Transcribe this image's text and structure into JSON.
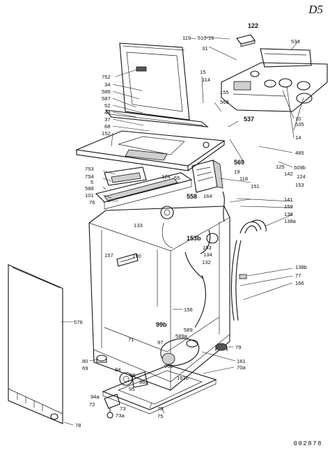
{
  "corner_mark": "D5",
  "sheet_number": "002878",
  "callouts": [
    {
      "id": "122",
      "text": "122",
      "bold": true
    },
    {
      "id": "119-510-16",
      "text": "119— 510-16",
      "bold": false
    },
    {
      "id": "534",
      "text": "534"
    },
    {
      "id": "31",
      "text": "31"
    },
    {
      "id": "752",
      "text": "752"
    },
    {
      "id": "34",
      "text": "34"
    },
    {
      "id": "586",
      "text": "586"
    },
    {
      "id": "587",
      "text": "587"
    },
    {
      "id": "52",
      "text": "52"
    },
    {
      "id": "44",
      "text": "44"
    },
    {
      "id": "37",
      "text": "37"
    },
    {
      "id": "68",
      "text": "68"
    },
    {
      "id": "152",
      "text": "152"
    },
    {
      "id": "15",
      "text": "15"
    },
    {
      "id": "114",
      "text": "114"
    },
    {
      "id": "155",
      "text": "155"
    },
    {
      "id": "568",
      "text": "568"
    },
    {
      "id": "537",
      "text": "537",
      "bold": true
    },
    {
      "id": "10",
      "text": "10"
    },
    {
      "id": "535",
      "text": "535"
    },
    {
      "id": "14",
      "text": "14"
    },
    {
      "id": "485",
      "text": "485"
    },
    {
      "id": "569",
      "text": "569",
      "bold": true
    },
    {
      "id": "509b",
      "text": "509b"
    },
    {
      "id": "125",
      "text": "125"
    },
    {
      "id": "124a",
      "text": "124"
    },
    {
      "id": "19",
      "text": "19"
    },
    {
      "id": "142",
      "text": "142"
    },
    {
      "id": "753",
      "text": "753"
    },
    {
      "id": "754",
      "text": "754"
    },
    {
      "id": "5",
      "text": "5"
    },
    {
      "id": "588",
      "text": "588"
    },
    {
      "id": "101",
      "text": "101"
    },
    {
      "id": "76",
      "text": "76"
    },
    {
      "id": "124b",
      "text": "124"
    },
    {
      "id": "55",
      "text": "55"
    },
    {
      "id": "118",
      "text": "118"
    },
    {
      "id": "151",
      "text": "151"
    },
    {
      "id": "153a",
      "text": "153"
    },
    {
      "id": "558",
      "text": "558",
      "bold": true
    },
    {
      "id": "164",
      "text": "164"
    },
    {
      "id": "141",
      "text": "141"
    },
    {
      "id": "159",
      "text": "159"
    },
    {
      "id": "138",
      "text": "138"
    },
    {
      "id": "138a",
      "text": "138a"
    },
    {
      "id": "133",
      "text": "133"
    },
    {
      "id": "153b",
      "text": "153b",
      "bold": true
    },
    {
      "id": "153c",
      "text": "153"
    },
    {
      "id": "134",
      "text": "134"
    },
    {
      "id": "132",
      "text": "132"
    },
    {
      "id": "157",
      "text": "157"
    },
    {
      "id": "190",
      "text": "190"
    },
    {
      "id": "138b",
      "text": "138b"
    },
    {
      "id": "77",
      "text": "77"
    },
    {
      "id": "166",
      "text": "166"
    },
    {
      "id": "576",
      "text": "576"
    },
    {
      "id": "156",
      "text": "156"
    },
    {
      "id": "99b",
      "text": "99b",
      "bold": true
    },
    {
      "id": "589",
      "text": "589"
    },
    {
      "id": "589a",
      "text": "589a"
    },
    {
      "id": "71",
      "text": "71"
    },
    {
      "id": "97",
      "text": "97"
    },
    {
      "id": "79",
      "text": "79"
    },
    {
      "id": "80",
      "text": "80"
    },
    {
      "id": "69",
      "text": "69"
    },
    {
      "id": "94",
      "text": "94"
    },
    {
      "id": "96b",
      "text": "96b"
    },
    {
      "id": "161",
      "text": "161"
    },
    {
      "id": "70a",
      "text": "70a"
    },
    {
      "id": "96",
      "text": "96"
    },
    {
      "id": "96a",
      "text": "96a"
    },
    {
      "id": "95",
      "text": "95"
    },
    {
      "id": "161b",
      "text": "161b"
    },
    {
      "id": "94a",
      "text": "94a"
    },
    {
      "id": "72",
      "text": "72"
    },
    {
      "id": "73",
      "text": "73"
    },
    {
      "id": "73a",
      "text": "73a"
    },
    {
      "id": "70",
      "text": "70"
    },
    {
      "id": "75",
      "text": "75"
    },
    {
      "id": "78",
      "text": "78"
    }
  ]
}
